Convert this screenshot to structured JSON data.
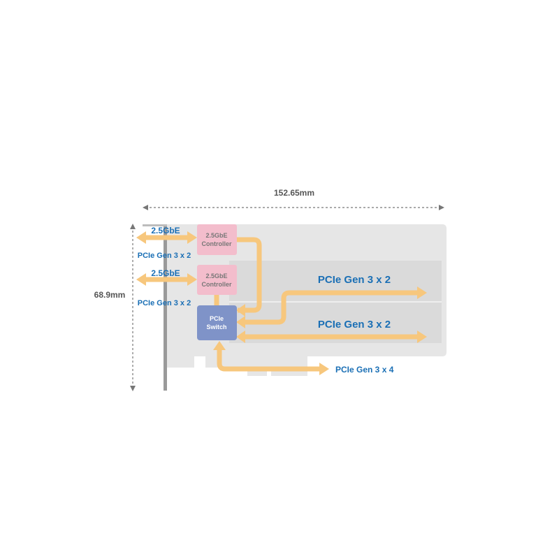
{
  "dimensions": {
    "width_label": "152.65mm",
    "height_label": "68.9mm"
  },
  "ports": [
    {
      "speed": "2.5GbE",
      "bus": "PCIe Gen 3 x 2"
    },
    {
      "speed": "2.5GbE",
      "bus": "PCIe Gen 3 x 2"
    }
  ],
  "chips": {
    "controller_1": [
      "2.5GbE",
      "Controller"
    ],
    "controller_2": [
      "2.5GbE",
      "Controller"
    ],
    "switch": [
      "PCIe",
      "Switch"
    ]
  },
  "links": {
    "m2_slot_1": "PCIe Gen 3 x 2",
    "m2_slot_2": "PCIe Gen 3 x 2",
    "host": "PCIe Gen 3 x 4"
  },
  "colors": {
    "board": "#e6e6e6",
    "slot": "#dadada",
    "bracket": "#9a9a9a",
    "arrow": "#f7c77d",
    "controller": "#f3bdcc",
    "switch": "#7f93c8",
    "label_blue": "#1a6fb5"
  }
}
